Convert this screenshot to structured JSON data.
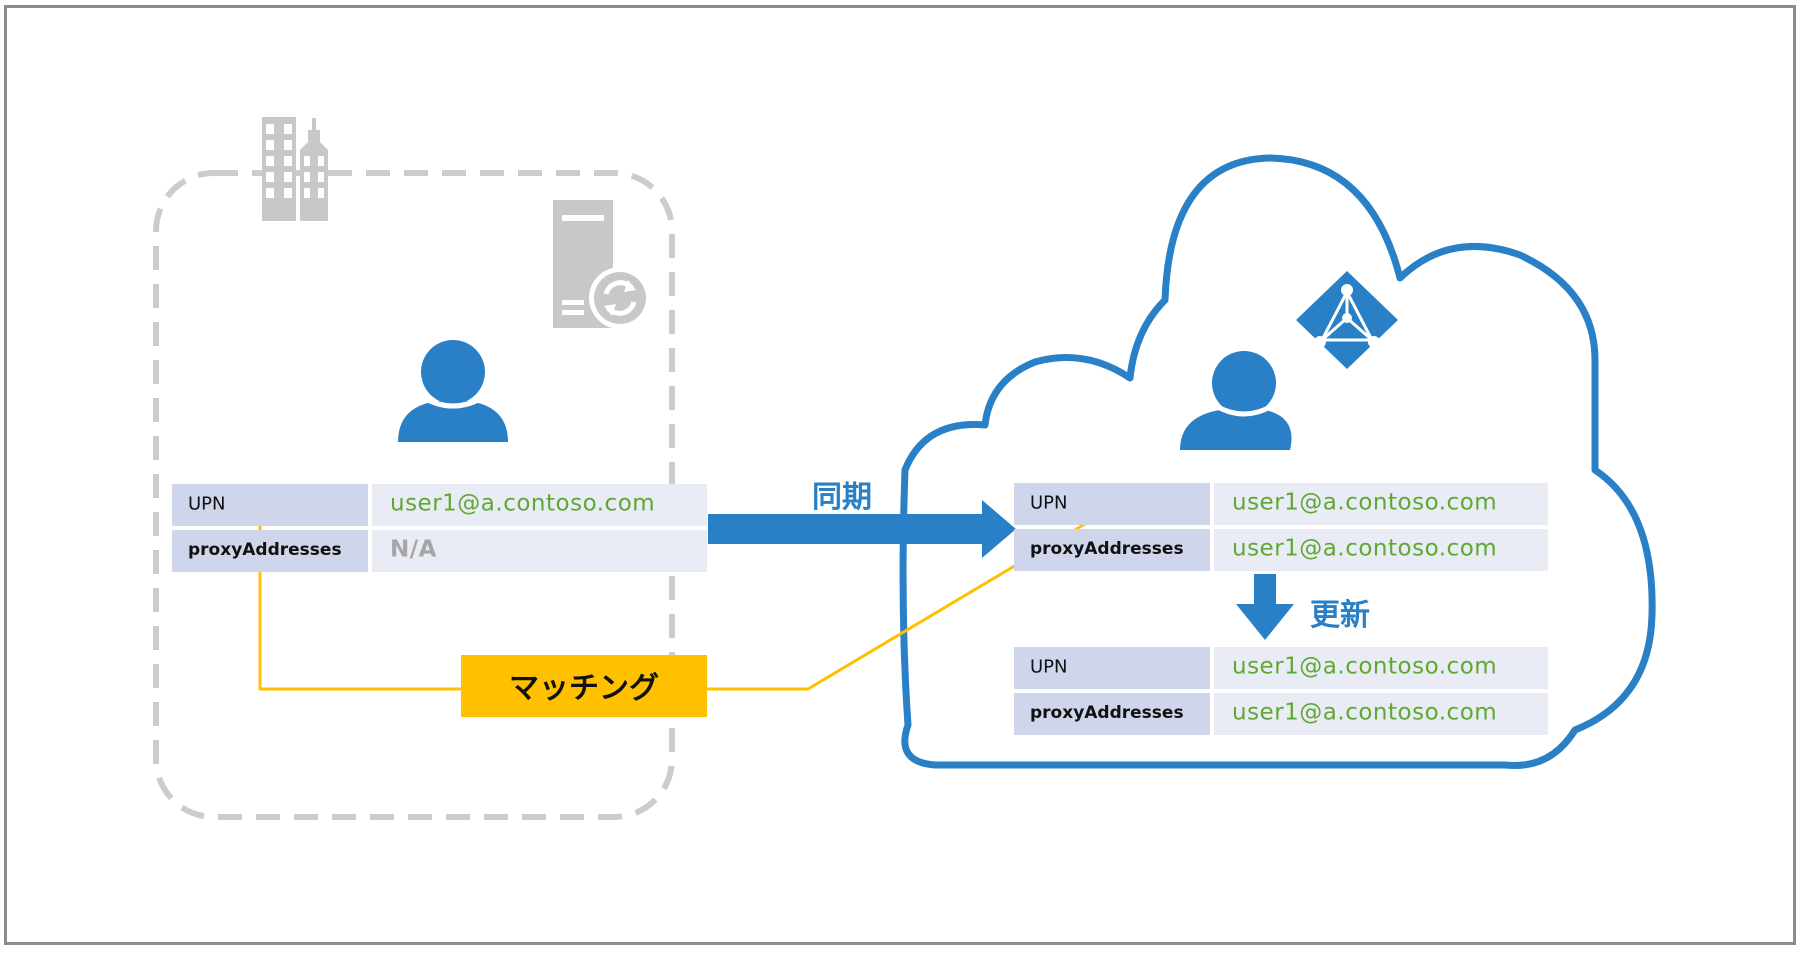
{
  "on_premises": {
    "attributes": [
      {
        "label": "UPN",
        "value": "user1@a.contoso.com"
      },
      {
        "label": "proxyAddresses",
        "value": "N/A"
      }
    ]
  },
  "cloud_before": {
    "attributes": [
      {
        "label": "UPN",
        "value": "user1@a.contoso.com"
      },
      {
        "label": "proxyAddresses",
        "value": "user1@a.contoso.com"
      }
    ]
  },
  "cloud_after": {
    "attributes": [
      {
        "label": "UPN",
        "value": "user1@a.contoso.com"
      },
      {
        "label": "proxyAddresses",
        "value": "user1@a.contoso.com"
      }
    ]
  },
  "sync_label": "同期",
  "update_label": "更新",
  "matching_label": "マッチング",
  "colors": {
    "accent_blue": "#2a80c6",
    "cloud_outline": "#2a80c6",
    "match_yellow": "#ffc000",
    "value_green": "#5fa832",
    "dashed_gray": "#cccccc",
    "icon_gray": "#c8c8c8"
  },
  "icons": [
    "building-icon",
    "sync-server-icon",
    "user-icon",
    "azure-ad-icon",
    "cloud-icon"
  ]
}
